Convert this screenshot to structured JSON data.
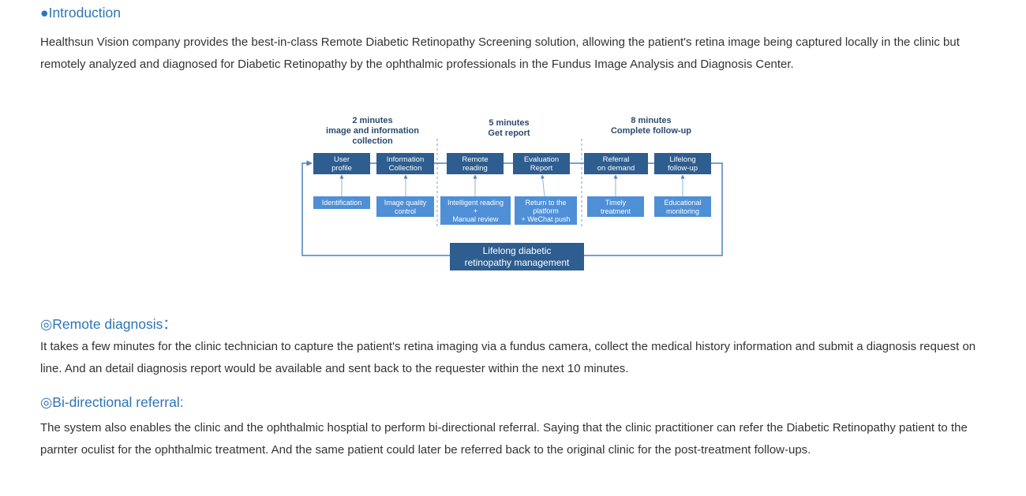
{
  "sections": {
    "introduction": {
      "bullet": "●",
      "title": "Introduction",
      "text": "Healthsun Vision company provides the best-in-class Remote Diabetic Retinopathy Screening solution, allowing the patient's retina image being captured locally in the clinic but remotely analyzed and diagnosed for Diabetic Retinopathy by the ophthalmic professionals in the Fundus Image Analysis and Diagnosis Center."
    },
    "remote_diagnosis": {
      "bullet": "◎",
      "title": "Remote diagnosis：",
      "text": "It takes a  few minutes for the clinic technician to capture the patient's retina imaging via a fundus camera, collect the medical history information and submit a diagnosis request on line. And an detail diagnosis report would be available and sent back to the requester within the next 10 minutes."
    },
    "bidirectional_referral": {
      "bullet": "◎",
      "title": "Bi-directional referral:",
      "text": "The system also enables the clinic and the ophthalmic hosptial to perform bi-directional referral. Saying that the clinic practitioner can refer the Diabetic Retinopathy patient to the parnter oculist for the ophthalmic treatment.  And the same patient could later be referred back to the original clinic for the post-treatment follow-ups."
    }
  },
  "diagram": {
    "colors": {
      "dark": "#2e5d8f",
      "light": "#4f8fd6",
      "label": "#2c4a6e",
      "line": "#4f81bd"
    },
    "phases": [
      {
        "lines": [
          "2 minutes",
          "image and information",
          "collection"
        ]
      },
      {
        "lines": [
          "5 minutes",
          "Get report"
        ]
      },
      {
        "lines": [
          "8 minutes",
          "Complete follow-up"
        ]
      }
    ],
    "steps": [
      {
        "lines": [
          "User",
          "profile"
        ]
      },
      {
        "lines": [
          "Information",
          "Collection"
        ]
      },
      {
        "lines": [
          "Remote",
          "reading"
        ]
      },
      {
        "lines": [
          "Evaluation",
          "Report"
        ]
      },
      {
        "lines": [
          "Referral",
          "on demand"
        ]
      },
      {
        "lines": [
          "Lifelong",
          "follow-up"
        ]
      }
    ],
    "details": [
      {
        "lines": [
          "Identification"
        ]
      },
      {
        "lines": [
          "Image quality",
          "control"
        ]
      },
      {
        "lines": [
          "Intelligent reading",
          "+",
          "Manual review"
        ]
      },
      {
        "lines": [
          "Return to the",
          "platform",
          "+ WeChat push"
        ]
      },
      {
        "lines": [
          "Timely",
          "treatment"
        ]
      },
      {
        "lines": [
          "Educational",
          "monitoring"
        ]
      }
    ],
    "management": {
      "lines": [
        "Lifelong diabetic",
        "retinopathy management"
      ]
    }
  }
}
